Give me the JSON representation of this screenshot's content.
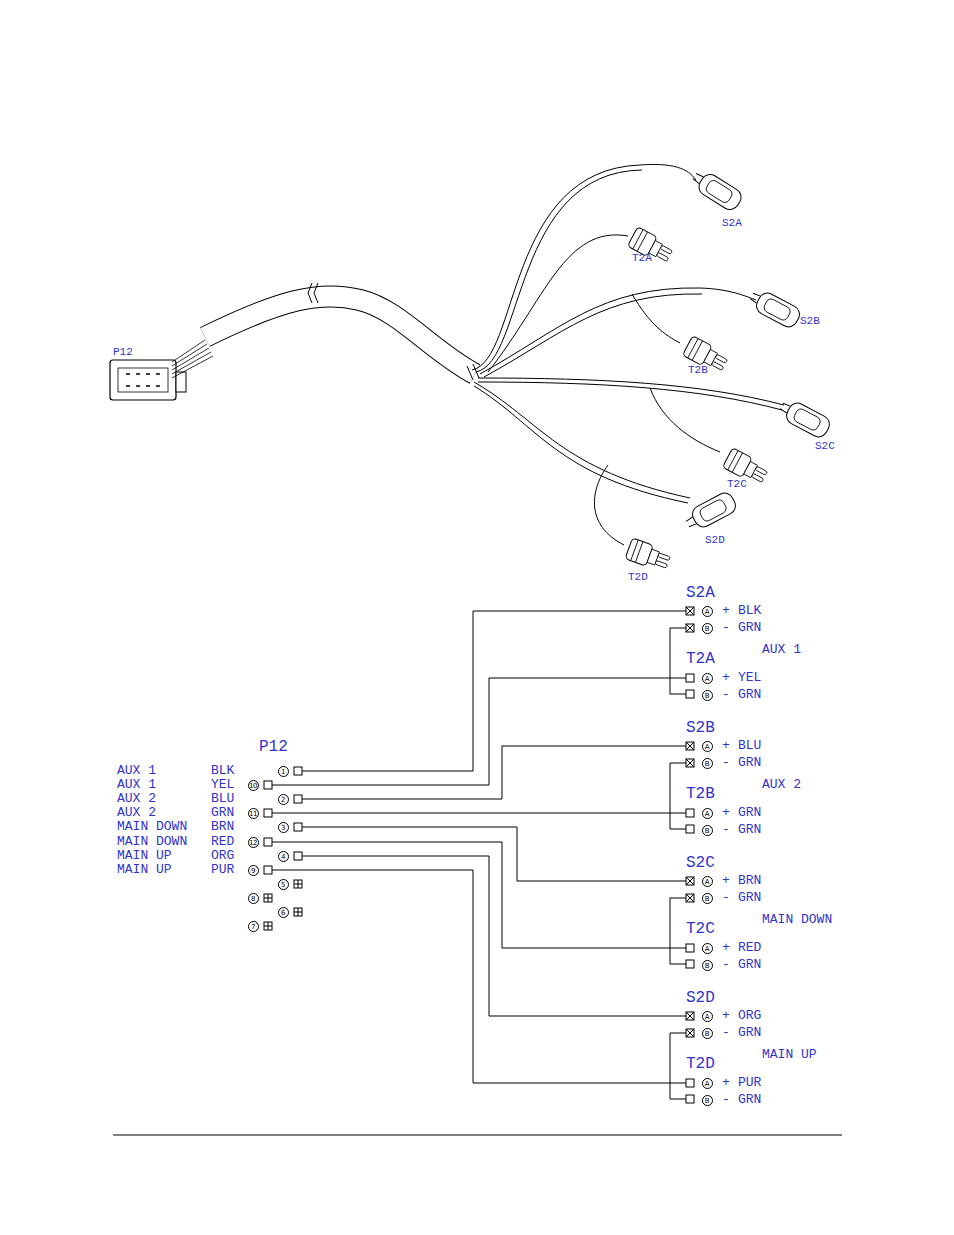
{
  "diagram": {
    "labels": [
      "P12",
      "S2A",
      "T2A",
      "S2B",
      "T2B",
      "S2C",
      "T2C",
      "S2D",
      "T2D",
      "S2A",
      "A",
      "+",
      "BLK",
      "B",
      "-",
      "GRN",
      "AUX 1",
      "T2A",
      "A",
      "+",
      "YEL",
      "B",
      "-",
      "GRN",
      "S2B",
      "A",
      "+",
      "BLU",
      "B",
      "-",
      "GRN",
      "AUX 2",
      "T2B",
      "A",
      "+",
      "GRN",
      "B",
      "-",
      "GRN",
      "S2C",
      "A",
      "+",
      "BRN",
      "B",
      "-",
      "GRN",
      "MAIN DOWN",
      "T2C",
      "A",
      "+",
      "RED",
      "B",
      "-",
      "GRN",
      "S2D",
      "A",
      "+",
      "ORG",
      "B",
      "-",
      "GRN",
      "MAIN UP",
      "T2D",
      "A",
      "+",
      "PUR",
      "B",
      "-",
      "GRN",
      "P12",
      "AUX 1",
      "BLK",
      "AUX 1",
      "YEL",
      "AUX 2",
      "BLU",
      "AUX 2",
      "GRN",
      "MAIN DOWN",
      "BRN",
      "MAIN DOWN",
      "RED",
      "MAIN UP",
      "ORG",
      "MAIN UP",
      "PUR",
      "1",
      "10",
      "2",
      "11",
      "3",
      "12",
      "4",
      "9",
      "5",
      "8",
      "6",
      "7"
    ]
  }
}
